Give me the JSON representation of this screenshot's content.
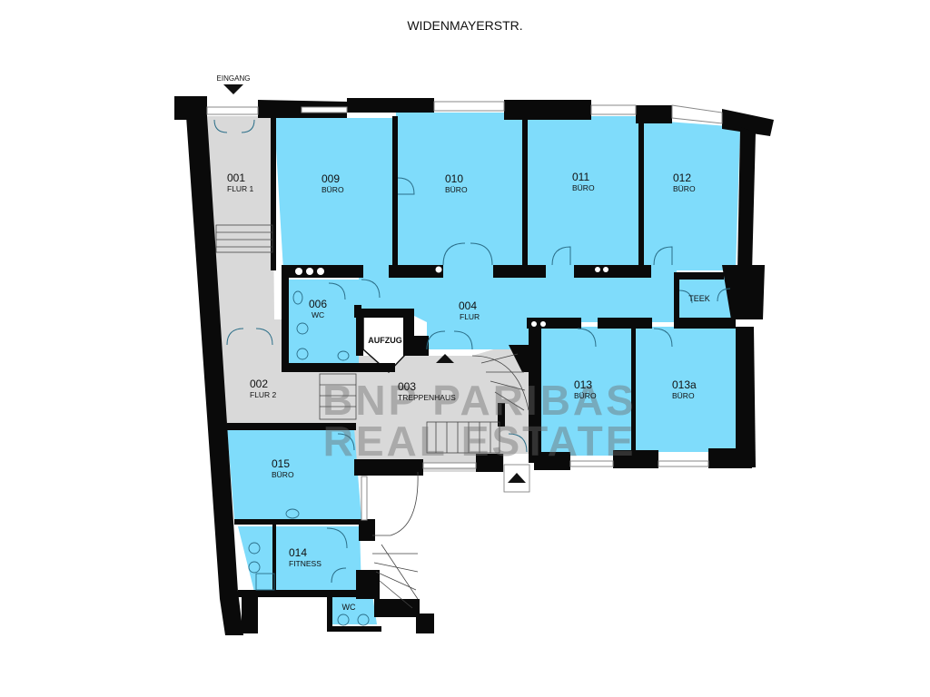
{
  "street": "WIDENMAYERSTR.",
  "entrance_label": "EINGANG",
  "elevator_label": "AUFZUG",
  "watermark": {
    "line1": "BNP PARIBAS",
    "line2": "REAL ESTATE"
  },
  "colors": {
    "office": "#7fdcfb",
    "circulation": "#d9d9d9",
    "wall": "#0a0a0a",
    "background": "#ffffff"
  },
  "rooms": [
    {
      "id": "001",
      "type": "FLUR 1"
    },
    {
      "id": "002",
      "type": "FLUR 2"
    },
    {
      "id": "003",
      "type": "TREPPENHAUS"
    },
    {
      "id": "004",
      "type": "FLUR"
    },
    {
      "id": "006",
      "type": "WC"
    },
    {
      "id": "009",
      "type": "BÜRO"
    },
    {
      "id": "010",
      "type": "BÜRO"
    },
    {
      "id": "011",
      "type": "BÜRO"
    },
    {
      "id": "012",
      "type": "BÜRO"
    },
    {
      "id": "013",
      "type": "BÜRO"
    },
    {
      "id": "013a",
      "type": "BÜRO"
    },
    {
      "id": "014",
      "type": "FITNESS"
    },
    {
      "id": "015",
      "type": "BÜRO"
    }
  ],
  "small_labels": {
    "teek": "TEEK",
    "wc": "WC"
  }
}
